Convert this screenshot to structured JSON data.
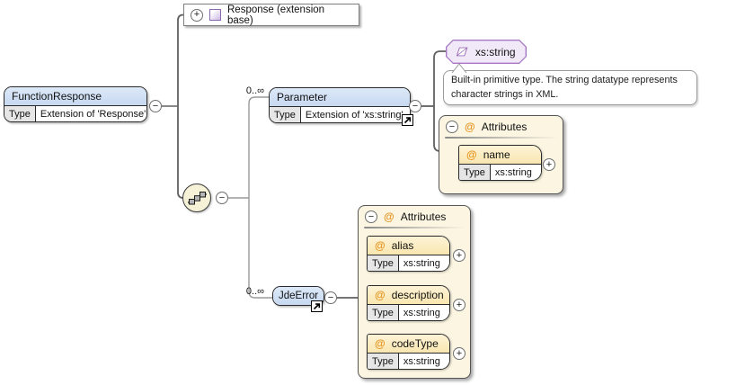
{
  "function_response": {
    "title": "FunctionResponse",
    "type_label": "Type",
    "type_value": "Extension of 'Response'"
  },
  "extension_base": {
    "label": "Response (extension base)"
  },
  "parameter": {
    "cardinality": "0..∞",
    "title": "Parameter",
    "type_label": "Type",
    "type_value": "Extension of 'xs:string'"
  },
  "jde_error": {
    "cardinality": "0..∞",
    "title": "JdeError"
  },
  "xs_string": {
    "label": "xs:string"
  },
  "documentation": {
    "text": "Built-in primitive type. The string datatype represents character strings in XML."
  },
  "parameter_attributes": {
    "title": "Attributes",
    "items": [
      {
        "symbol": "@",
        "name": "name",
        "type_label": "Type",
        "type_value": "xs:string"
      }
    ]
  },
  "jde_error_attributes": {
    "title": "Attributes",
    "items": [
      {
        "symbol": "@",
        "name": "alias",
        "type_label": "Type",
        "type_value": "xs:string"
      },
      {
        "symbol": "@",
        "name": "description",
        "type_label": "Type",
        "type_value": "xs:string"
      },
      {
        "symbol": "@",
        "name": "codeType",
        "type_label": "Type",
        "type_value": "xs:string"
      }
    ]
  },
  "glyphs": {
    "collapse": "−",
    "expand": "+",
    "attributes_symbol": "@"
  },
  "colors": {
    "element_header": "#cfdef2",
    "attr_header": "#fbe9b6",
    "attr_container": "#fbf5e1",
    "simple_type_fill": "#f2e9f8",
    "simple_type_border": "#a678c4",
    "at_symbol": "#e6941f"
  }
}
